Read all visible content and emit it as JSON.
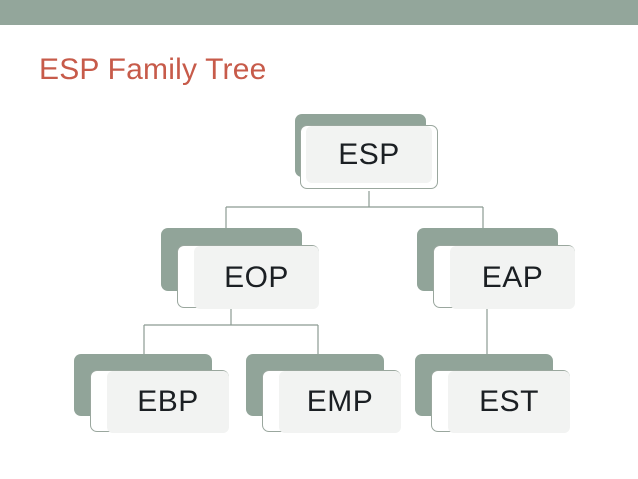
{
  "slide": {
    "title": "ESP Family Tree",
    "title_color": "#c75b4a",
    "background_color": "#ffffff",
    "band_color": "#93a69b"
  },
  "diagram": {
    "type": "org-chart",
    "node_shadow_color": "#91a499",
    "node_fill_color": "#f2f3f2",
    "node_border_color": "#9aa79e",
    "connector_color": "#8c9b92",
    "nodes": [
      {
        "id": "esp",
        "label": "ESP",
        "level": 0,
        "parent": null
      },
      {
        "id": "eop",
        "label": "EOP",
        "level": 1,
        "parent": "esp"
      },
      {
        "id": "eap",
        "label": "EAP",
        "level": 1,
        "parent": "esp"
      },
      {
        "id": "ebp",
        "label": "EBP",
        "level": 2,
        "parent": "eop"
      },
      {
        "id": "emp",
        "label": "EMP",
        "level": 2,
        "parent": "eop"
      },
      {
        "id": "est",
        "label": "EST",
        "level": 2,
        "parent": "eap"
      }
    ]
  }
}
